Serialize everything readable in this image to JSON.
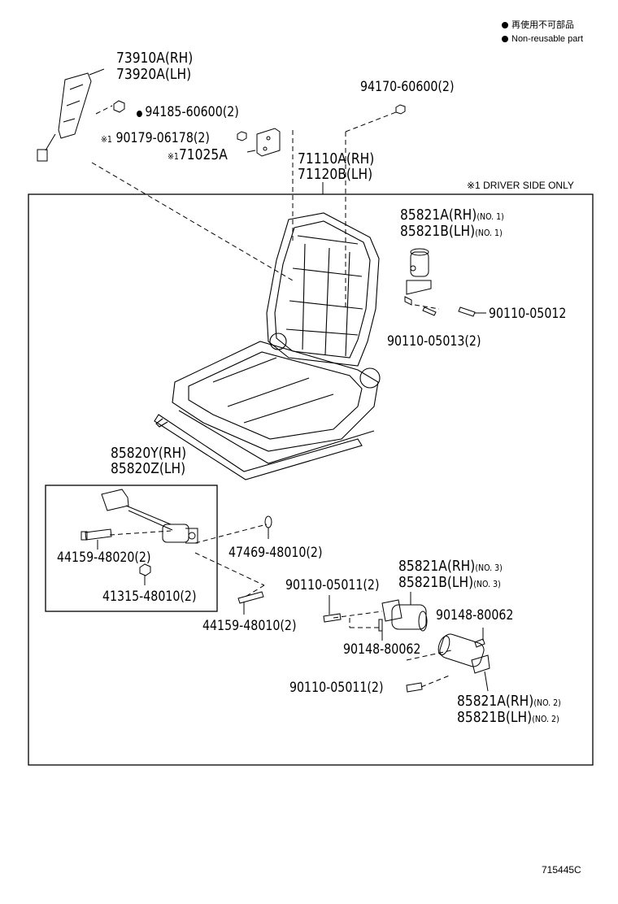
{
  "legend": {
    "reuse_jp": "再使用不可部品",
    "reuse_en": "Non-reusable part"
  },
  "note_driver_side": "※1 DRIVER SIDE ONLY",
  "diagram_code": "715445C",
  "parts": {
    "p73910A": "73910A(RH)",
    "p73920A": "73920A(LH)",
    "p94185": "94185-60600(2)",
    "p90179_mark": "※1",
    "p90179": "90179-06178(2)",
    "p71025_mark": "※1",
    "p71025": "71025A",
    "p94170": "94170-60600(2)",
    "p71110A": "71110A(RH)",
    "p71120B": "71120B(LH)",
    "p85821A_n1": "85821A(RH)",
    "p85821A_n1_sub": "(NO. 1)",
    "p85821B_n1": "85821B(LH)",
    "p85821B_n1_sub": "(NO. 1)",
    "p90110_05012": "90110-05012",
    "p90110_05013": "90110-05013(2)",
    "p85820Y": "85820Y(RH)",
    "p85820Z": "85820Z(LH)",
    "p44159_48020": "44159-48020(2)",
    "p47469": "47469-48010(2)",
    "p41315": "41315-48010(2)",
    "p44159_48010": "44159-48010(2)",
    "p85821A_n3": "85821A(RH)",
    "p85821A_n3_sub": "(NO. 3)",
    "p85821B_n3": "85821B(LH)",
    "p85821B_n3_sub": "(NO. 3)",
    "p90110_05011_a": "90110-05011(2)",
    "p90148_80062_a": "90148-80062",
    "p90148_80062_b": "90148-80062",
    "p90110_05011_b": "90110-05011(2)",
    "p85821A_n2": "85821A(RH)",
    "p85821A_n2_sub": "(NO. 2)",
    "p85821B_n2": "85821B(LH)",
    "p85821B_n2_sub": "(NO. 2)"
  }
}
